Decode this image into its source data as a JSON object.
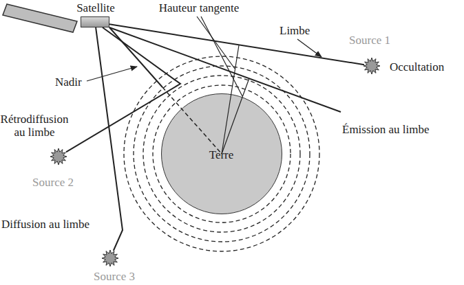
{
  "diagram": {
    "nodes": [
      {
        "text": [
          "Satellite"
        ]
      },
      {
        "text": [
          "Source 1"
        ]
      },
      {
        "text": [
          "Terre"
        ]
      },
      {
        "text": [
          "Source 2"
        ]
      },
      {
        "text": [
          "Source 3"
        ]
      }
    ],
    "edges": [
      {
        "from": 0,
        "to": 1,
        "arrow": "none"
      },
      {
        "from": 0,
        "to": 3,
        "arrow": "none"
      },
      {
        "from": 0,
        "to": 4,
        "arrow": "none"
      }
    ],
    "labels": [
      "Hauteur tangente",
      "Limbe",
      "Occultation",
      "Nadir",
      "Rétrodiffusion au limbe",
      "Émission au limbe",
      "Diffusion au limbe"
    ]
  }
}
